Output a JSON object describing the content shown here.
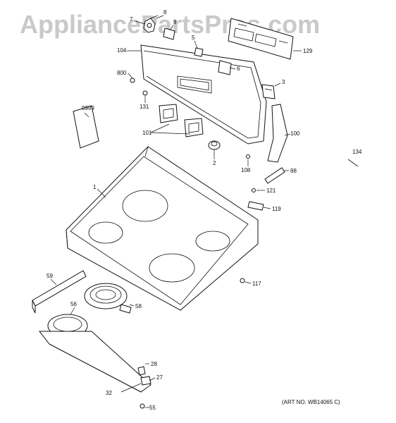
{
  "watermark": "AppliancePartsPros.com",
  "art_number": "(ART NO. WB14065 C)",
  "callouts": {
    "c7": "7",
    "c8": "8",
    "c9": "9",
    "c5": "5",
    "c104": "104",
    "c129": "129",
    "c6": "6",
    "c800": "800",
    "c3": "3",
    "c131": "131",
    "c9999": "9999",
    "c101": "101",
    "c2": "2",
    "c100": "100",
    "c108": "108",
    "c134": "134",
    "c88": "88",
    "c1": "1",
    "c121": "121",
    "c119": "119",
    "c117": "117",
    "c59": "59",
    "c58": "58",
    "c56": "56",
    "c28": "28",
    "c27": "27",
    "c32": "32",
    "c55": "55"
  }
}
